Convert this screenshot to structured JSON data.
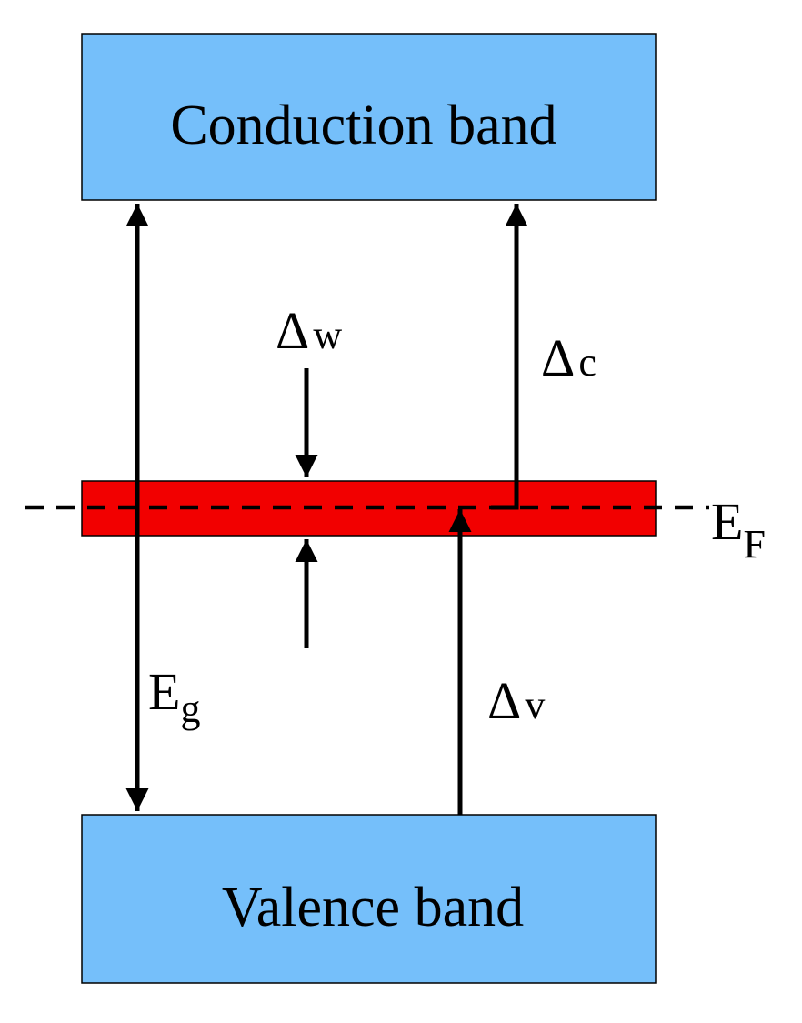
{
  "diagram": {
    "conduction_band": {
      "label": "Conduction band"
    },
    "valence_band": {
      "label": "Valence band"
    },
    "band_gap": {
      "symbol": "E",
      "subscript": "g"
    },
    "fermi_level": {
      "symbol": "E",
      "subscript": "F"
    },
    "delta_w": {
      "symbol": "Δ",
      "subscript": "w"
    },
    "delta_c": {
      "symbol": "Δ",
      "subscript": "c"
    },
    "delta_v": {
      "symbol": "Δ",
      "subscript": "v"
    },
    "colors": {
      "band_fill": "#75bffa",
      "impurity_band_fill": "#f20000",
      "outline": "#000000"
    }
  }
}
